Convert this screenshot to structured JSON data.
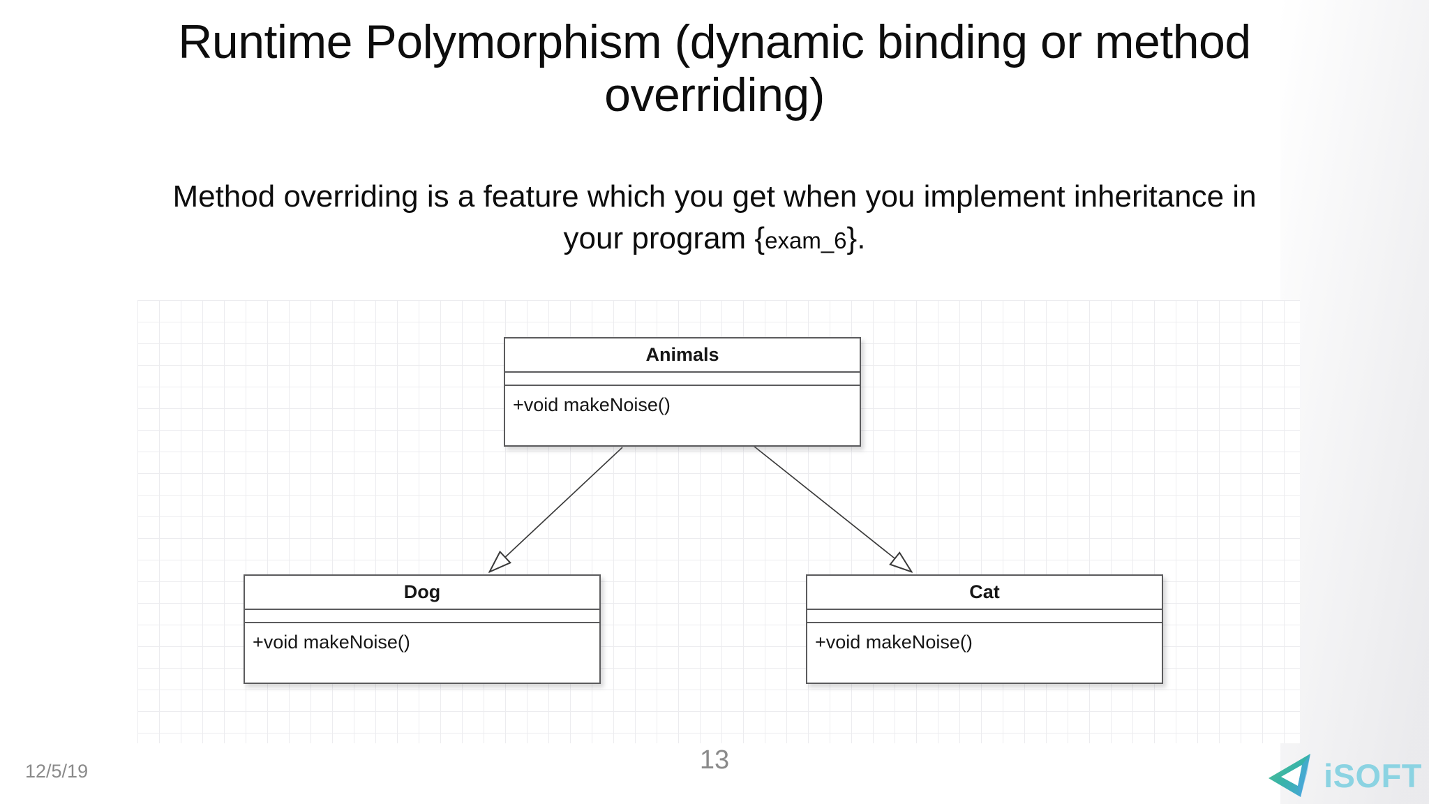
{
  "slide": {
    "title_lines": [
      "Runtime Polymorphism (dynamic binding or method",
      "overriding)"
    ],
    "subtitle": {
      "line1": "Method overriding is a feature which you get when you implement inheritance in",
      "line2_pre": "your program {",
      "line2_em": "exam_6",
      "line2_post": "}."
    },
    "footer": {
      "date": "12/5/19",
      "page_number": "13",
      "logo_text": "iSOFT"
    }
  },
  "diagram": {
    "type": "uml-class-diagram",
    "classes": [
      {
        "name": "Animals",
        "attributes": "",
        "methods": "+void makeNoise()"
      },
      {
        "name": "Dog",
        "attributes": "",
        "methods": "+void makeNoise()"
      },
      {
        "name": "Cat",
        "attributes": "",
        "methods": "+void makeNoise()"
      }
    ],
    "relations": [
      {
        "from": "Animals",
        "to": "Dog",
        "type": "inheritance-arrow"
      },
      {
        "from": "Animals",
        "to": "Cat",
        "type": "inheritance-arrow"
      }
    ],
    "colors": {
      "box_border": "#5b5b5d",
      "grid_line": "#ececef",
      "arrow_stroke": "#3a3a3a",
      "text": "#161616"
    }
  },
  "logo_colors": {
    "green": "#57c38d",
    "teal": "#37b3a9",
    "blue": "#4aa5e0",
    "text": "#8bd3e2"
  }
}
